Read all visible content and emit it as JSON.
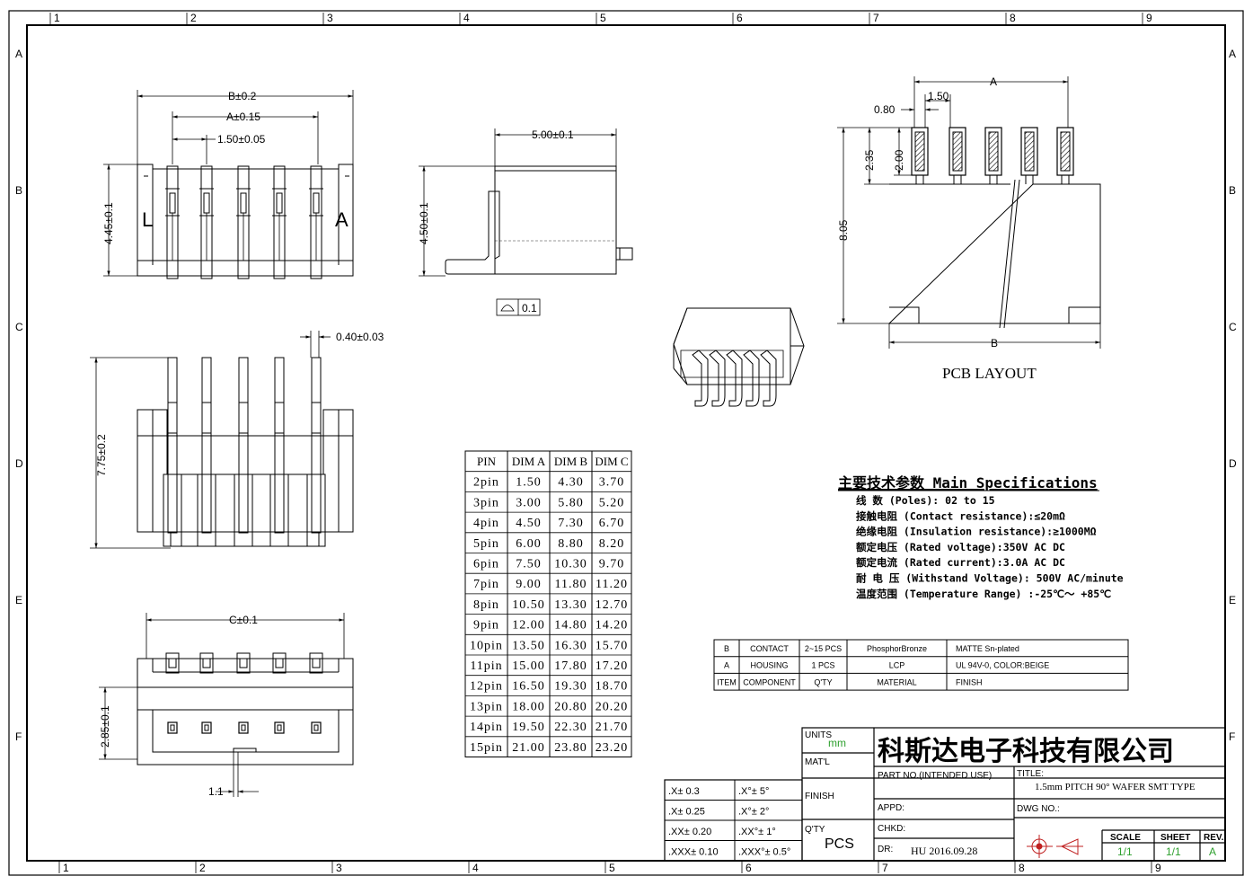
{
  "frame": {
    "cols": [
      "1",
      "2",
      "3",
      "4",
      "5",
      "6",
      "7",
      "8",
      "9"
    ],
    "rows": [
      "A",
      "B",
      "C",
      "D",
      "E",
      "F"
    ]
  },
  "dims": {
    "b_width": "B±0.2",
    "a_width": "A±0.15",
    "pitch": "1.50±0.05",
    "height_445": "4.45±0.1",
    "left_mark": "L",
    "right_mark": "A",
    "side_depth": "5.00±0.1",
    "side_height": "4.50±0.1",
    "flatness_value": "0.1",
    "pin_width": "0.40±0.03",
    "length_775": "7.75±0.2",
    "c_width": "C±0.1",
    "height_285": "2.85±0.1",
    "gap_11": "1.1"
  },
  "pcb": {
    "a": "A",
    "pitch": "1.50",
    "pad_width": "0.80",
    "pad_len": "2.00",
    "pad_offset": "2.35",
    "depth": "8.05",
    "b": "B",
    "caption": "PCB LAYOUT"
  },
  "pin_table": {
    "headers": [
      "PIN",
      "DIM A",
      "DIM B",
      "DIM C"
    ],
    "rows": [
      [
        "2pin",
        "1.50",
        "4.30",
        "3.70"
      ],
      [
        "3pin",
        "3.00",
        "5.80",
        "5.20"
      ],
      [
        "4pin",
        "4.50",
        "7.30",
        "6.70"
      ],
      [
        "5pin",
        "6.00",
        "8.80",
        "8.20"
      ],
      [
        "6pin",
        "7.50",
        "10.30",
        "9.70"
      ],
      [
        "7pin",
        "9.00",
        "11.80",
        "11.20"
      ],
      [
        "8pin",
        "10.50",
        "13.30",
        "12.70"
      ],
      [
        "9pin",
        "12.00",
        "14.80",
        "14.20"
      ],
      [
        "10pin",
        "13.50",
        "16.30",
        "15.70"
      ],
      [
        "11pin",
        "15.00",
        "17.80",
        "17.20"
      ],
      [
        "12pin",
        "16.50",
        "19.30",
        "18.70"
      ],
      [
        "13pin",
        "18.00",
        "20.80",
        "20.20"
      ],
      [
        "14pin",
        "19.50",
        "22.30",
        "21.70"
      ],
      [
        "15pin",
        "21.00",
        "23.80",
        "23.20"
      ]
    ]
  },
  "specs": {
    "title": "主要技术参数 Main Specifications",
    "lines": [
      "线    数 (Poles): 02 to 15",
      "接触电阻 (Contact resistance):≤20mΩ",
      "绝缘电阻 (Insulation resistance):≥1000MΩ",
      "额定电压 (Rated voltage):350V AC DC",
      "额定电流 (Rated current):3.0A AC DC",
      "耐 电 压 (Withstand Voltage): 500V AC/minute",
      "温度范围 (Temperature Range) :-25℃～ +85℃"
    ]
  },
  "bom": {
    "rows": [
      [
        "B",
        "CONTACT",
        "2~15 PCS",
        "PhosphorBronze",
        "MATTE Sn-plated"
      ],
      [
        "A",
        "HOUSING",
        "1 PCS",
        "LCP",
        "UL 94V-0, COLOR:BEIGE"
      ],
      [
        "ITEM",
        "COMPONENT",
        "Q'TY",
        "MATERIAL",
        "FINISH"
      ]
    ]
  },
  "tolerances": [
    [
      ".X± 0.3",
      ".X°± 5°"
    ],
    [
      ".X± 0.25",
      ".X°± 2°"
    ],
    [
      ".XX± 0.20",
      ".XX°± 1°"
    ],
    [
      ".XXX± 0.10",
      ".XXX°± 0.5°"
    ]
  ],
  "titleblock": {
    "units_label": "UNITS",
    "units_value": "mm",
    "mat_label": "MAT'L",
    "finish_label": "FINISH",
    "qty_label": "Q'TY",
    "qty_value": "PCS",
    "company": "科斯达电子科技有限公司",
    "part_no_label": "PART NO.(INTENDED USE)",
    "appd_label": "APPD:",
    "chkd_label": "CHKD:",
    "dr_label": "DR:",
    "dr_value": "HU 2016.09.28",
    "title_label": "TITLE:",
    "title_value": "1.5mm PITCH 90° WAFER SMT TYPE",
    "dwg_label": "DWG NO.:",
    "scale_label": "SCALE",
    "scale_value": "1/1",
    "sheet_label": "SHEET",
    "sheet_value": "1/1",
    "rev_label": "REV.",
    "rev_value": "A"
  },
  "colors": {
    "line": "#000000",
    "green_value": "#2ea02e"
  }
}
